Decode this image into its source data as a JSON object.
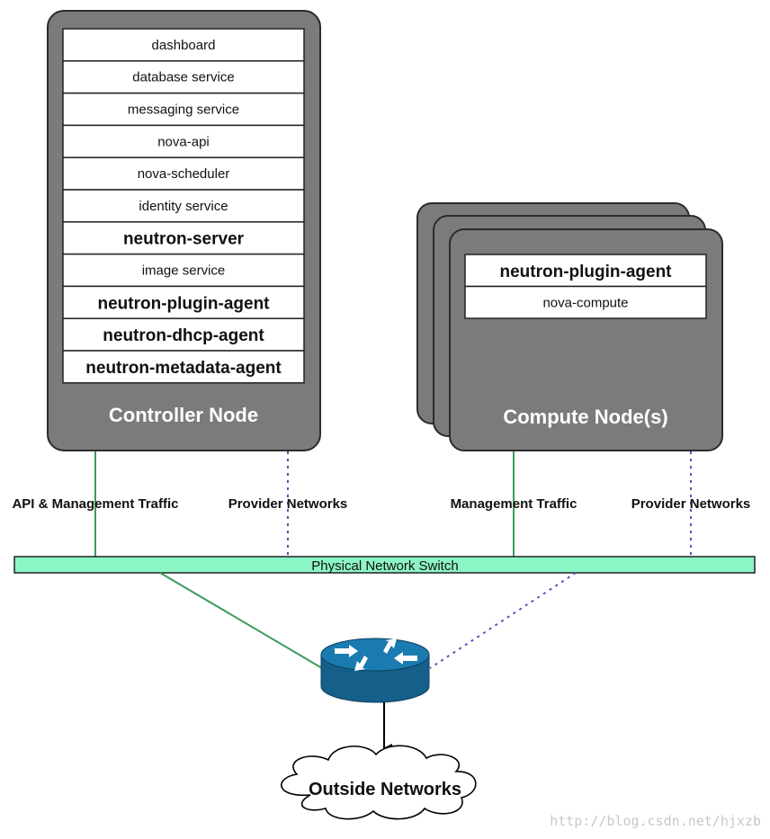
{
  "controller": {
    "title": "Controller Node",
    "services": [
      {
        "label": "dashboard",
        "bold": false
      },
      {
        "label": "database service",
        "bold": false
      },
      {
        "label": "messaging service",
        "bold": false
      },
      {
        "label": "nova-api",
        "bold": false
      },
      {
        "label": "nova-scheduler",
        "bold": false
      },
      {
        "label": "identity service",
        "bold": false
      },
      {
        "label": "neutron-server",
        "bold": true
      },
      {
        "label": "image service",
        "bold": false
      },
      {
        "label": "neutron-plugin-agent",
        "bold": true
      },
      {
        "label": "neutron-dhcp-agent",
        "bold": true
      },
      {
        "label": "neutron-metadata-agent",
        "bold": true
      }
    ]
  },
  "compute": {
    "title": "Compute Node(s)",
    "services": [
      {
        "label": "neutron-plugin-agent",
        "bold": true
      },
      {
        "label": "nova-compute",
        "bold": false
      }
    ]
  },
  "links": {
    "api_management": "API & Management Traffic",
    "provider_controller": "Provider Networks",
    "management": "Management Traffic",
    "provider_compute": "Provider Networks"
  },
  "switch": {
    "label": "Physical Network Switch"
  },
  "router": {
    "icon": "router-icon"
  },
  "outside": {
    "label": "Outside Networks"
  },
  "watermark": "http://blog.csdn.net/hjxzb",
  "colors": {
    "node_gray": "#7b7b7b",
    "switch_fill": "#8cf5c5",
    "management_line": "#3d9a5c",
    "provider_line": "#5555bb",
    "router_fill": "#1a6e9c"
  }
}
